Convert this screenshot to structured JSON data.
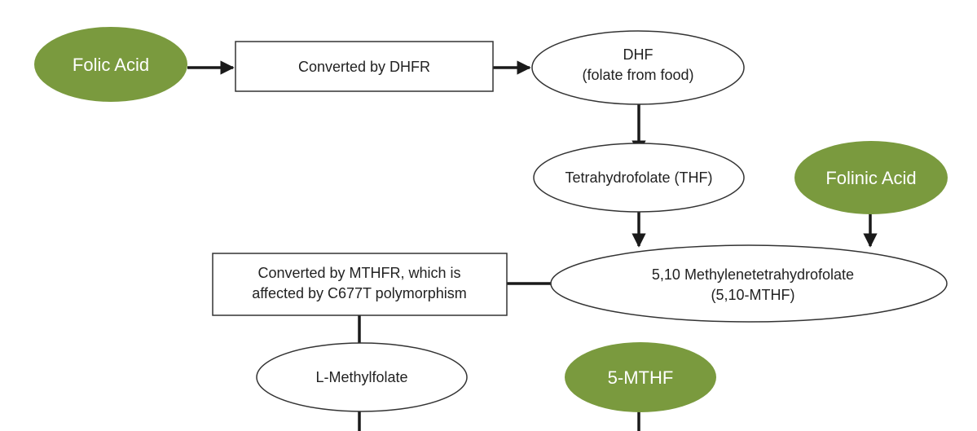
{
  "colors": {
    "accent_fill": "#7a9a3e",
    "outline": "#333333",
    "connector": "#1a1a1a",
    "light_text": "#ffffff",
    "dark_text": "#222222"
  },
  "nodes": {
    "folic_acid": {
      "label": "Folic Acid"
    },
    "dhfr_step": {
      "label": "Converted by DHFR"
    },
    "dhf": {
      "line1": "DHF",
      "line2": "(folate from food)"
    },
    "thf": {
      "label": "Tetrahydrofolate (THF)"
    },
    "folinic_acid": {
      "label": "Folinic Acid"
    },
    "methylene_thf": {
      "line1": "5,10 Methylenetetrahydrofolate",
      "line2": "(5,10-MTHF)"
    },
    "mthfr_step": {
      "line1": "Converted by MTHFR, which is",
      "line2": "affected by C677T polymorphism"
    },
    "l_methylfolate": {
      "label": "L-Methylfolate"
    },
    "five_mthf": {
      "label": "5-MTHF"
    }
  }
}
